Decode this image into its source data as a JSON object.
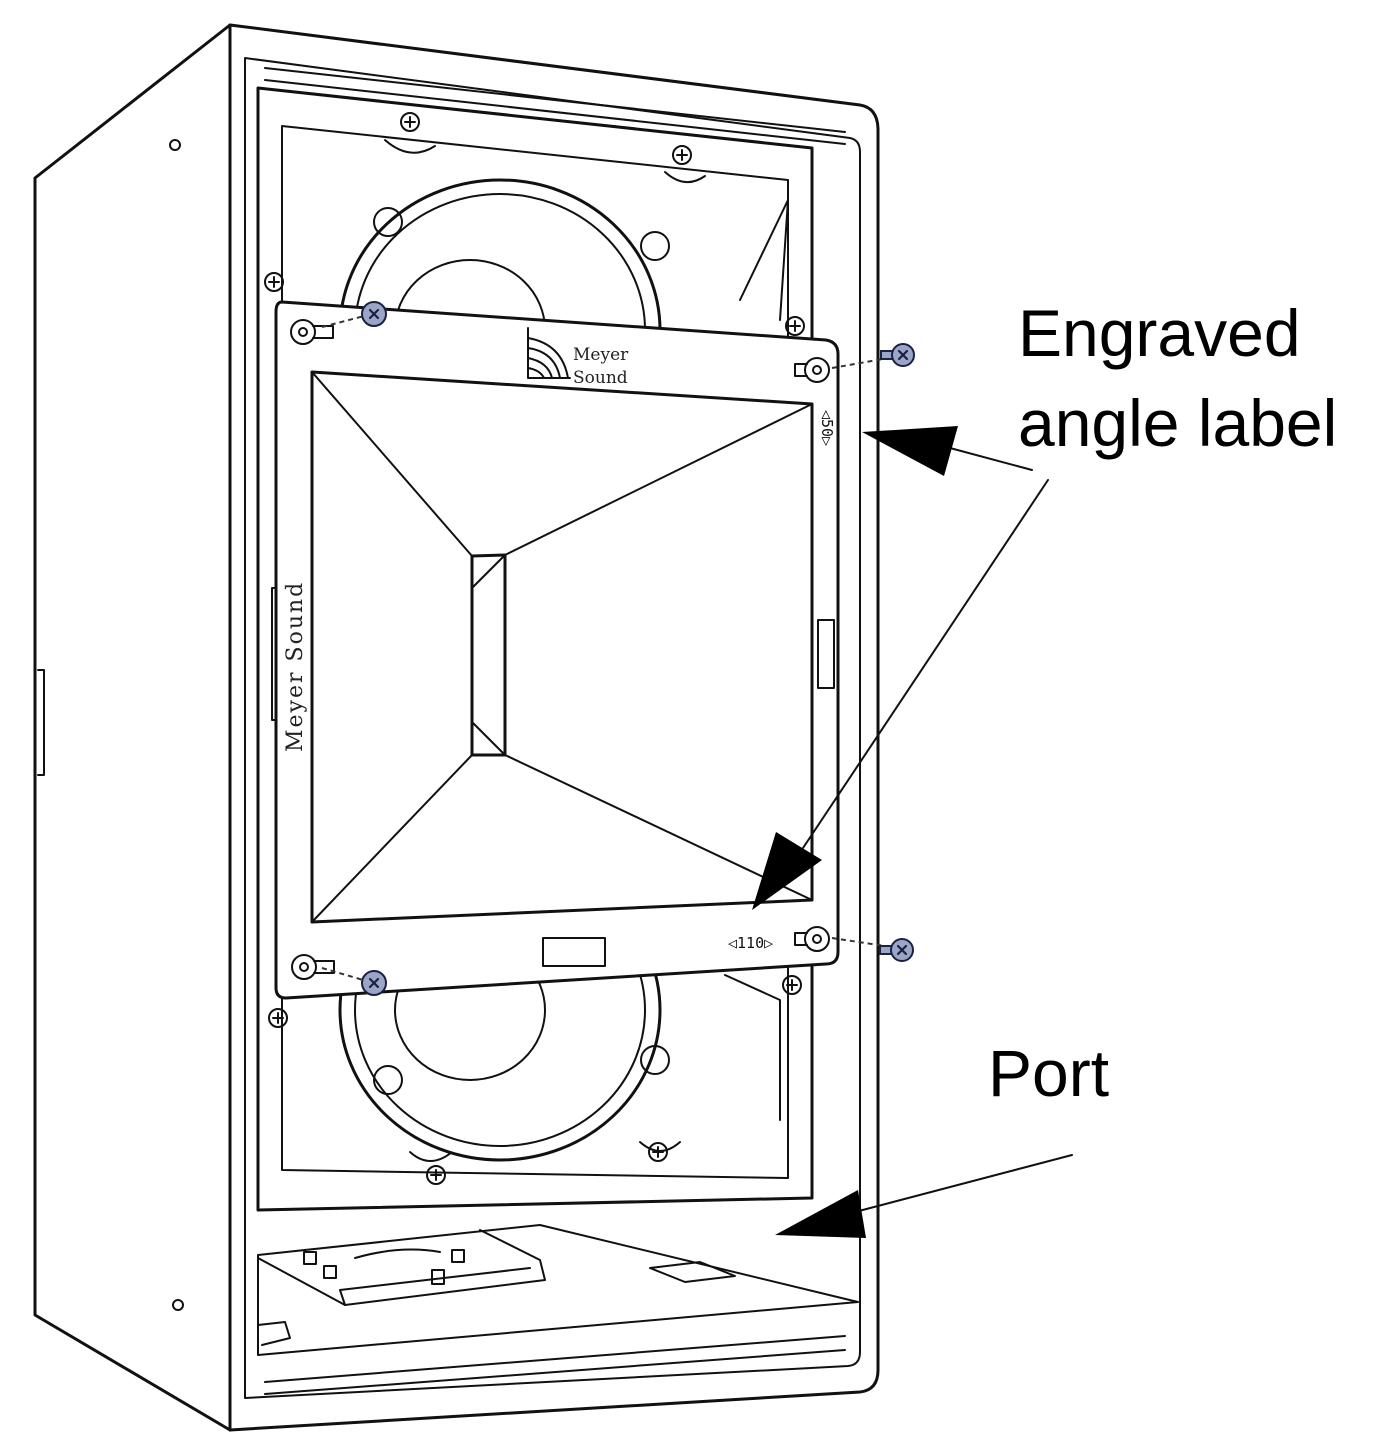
{
  "callouts": {
    "engraved_angle_label": [
      "Engraved",
      "angle label"
    ],
    "port": "Port"
  },
  "engravings": {
    "angle_vertical": "◁50▷",
    "angle_horizontal": "◁110▷",
    "horn_brand_line1": "Meyer",
    "horn_brand_line2": "Sound",
    "side_brand": "Meyer Sound"
  },
  "colors": {
    "line": "#111111",
    "screw": "#9aa6c8"
  }
}
